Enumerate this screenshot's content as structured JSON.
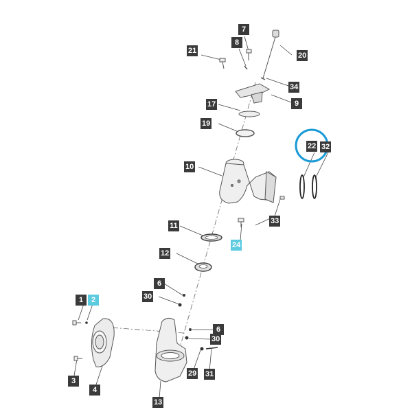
{
  "colors": {
    "label_dark": "#3a3a3a",
    "label_highlight": "#5ccbe0",
    "highlight_circle": "#1a9ad6",
    "line": "#444444",
    "part_stroke": "#555555"
  },
  "labels": {
    "p1": "1",
    "p2": "2",
    "p3": "3",
    "p4": "4",
    "p6a": "6",
    "p6b": "6",
    "p7": "7",
    "p8": "8",
    "p9": "9",
    "p10": "10",
    "p11": "11",
    "p12": "12",
    "p13": "13",
    "p17": "17",
    "p19": "19",
    "p20": "20",
    "p21": "21",
    "p22": "22",
    "p24": "24",
    "p29": "29",
    "p30a": "30",
    "p30b": "30",
    "p31": "31",
    "p32": "32",
    "p33": "33",
    "p34": "34"
  }
}
